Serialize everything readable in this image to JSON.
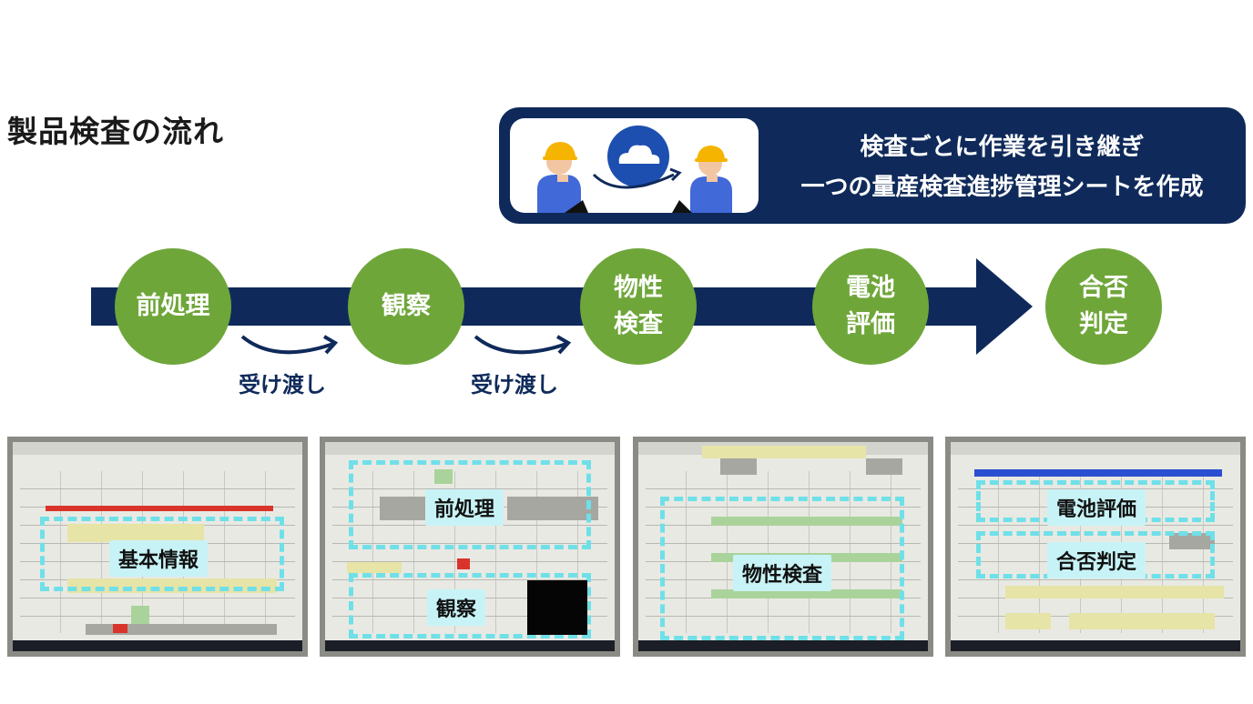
{
  "title": "製品検査の流れ",
  "banner": {
    "line1": "検査ごとに作業を引き継ぎ",
    "line2": "一つの量産検査進捗管理シートを作成",
    "illustration": [
      "worker-icon",
      "cloud-icon",
      "worker-icon"
    ]
  },
  "flow": {
    "steps": [
      {
        "label": "前処理"
      },
      {
        "label": "観察"
      },
      {
        "label": "物性検査"
      },
      {
        "label": "電池評価"
      },
      {
        "label": "合否判定"
      }
    ],
    "handoffs": [
      "受け渡し",
      "受け渡し"
    ]
  },
  "screenshots": [
    {
      "labels": [
        "基本情報"
      ]
    },
    {
      "labels": [
        "前処理",
        "観察"
      ]
    },
    {
      "labels": [
        "物性検査"
      ]
    },
    {
      "labels": [
        "電池評価",
        "合否判定"
      ]
    }
  ],
  "colors": {
    "navy": "#0f2a5a",
    "green": "#6fa63a",
    "highlight": "#6fe0e8"
  }
}
